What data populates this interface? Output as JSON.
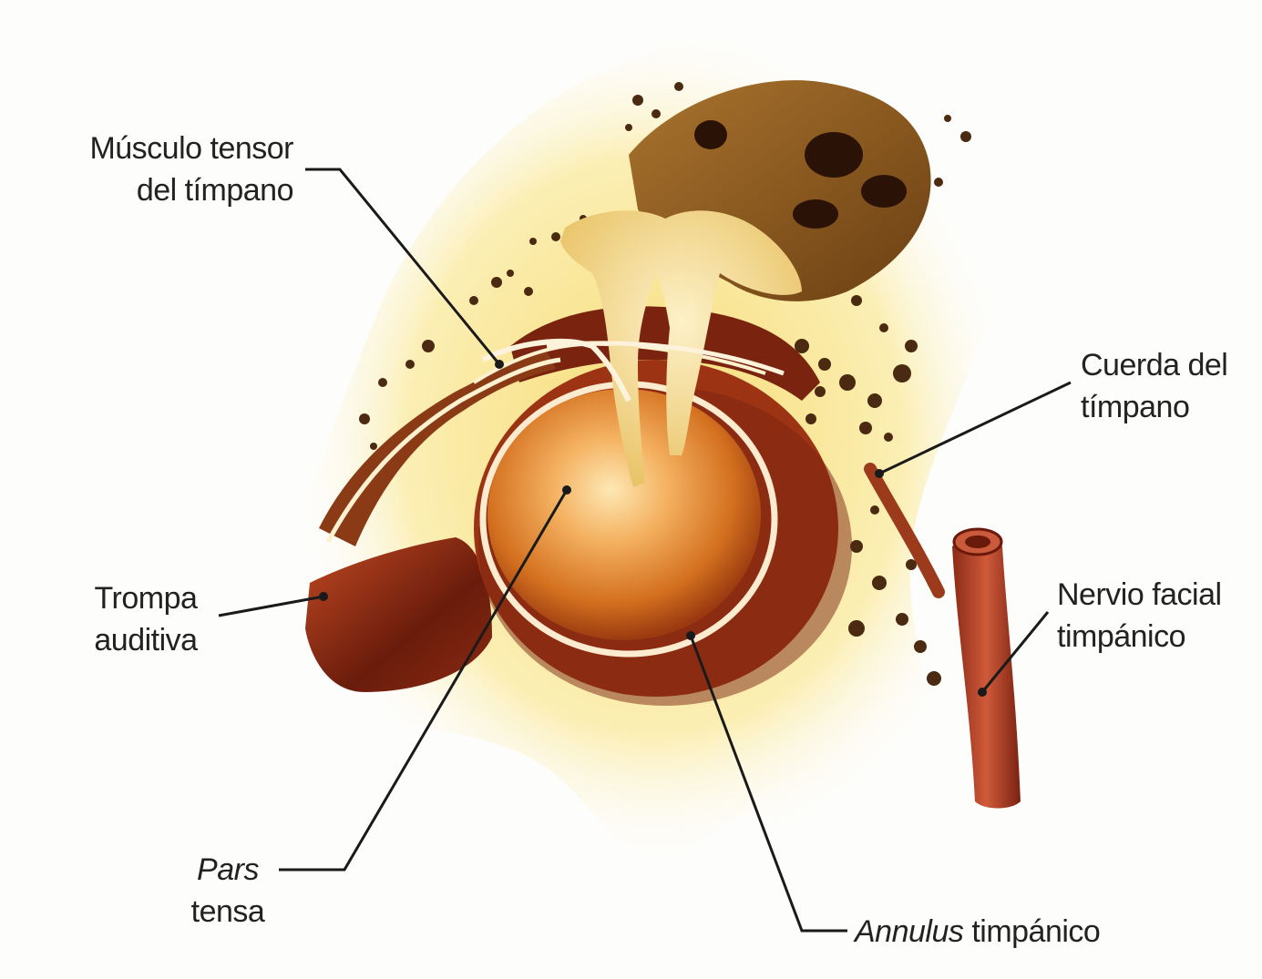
{
  "labels": {
    "tensor_tympani": {
      "line1": "Músculo tensor",
      "line2": "del tímpano"
    },
    "chorda_tympani": {
      "line1": "Cuerda del",
      "line2": "tímpano"
    },
    "auditory_tube": {
      "line1": "Trompa",
      "line2": "auditiva"
    },
    "facial_nerve": {
      "line1": "Nervio facial",
      "line2": "timpánico"
    },
    "pars_tensa": {
      "line1": "Pars",
      "line2": "tensa"
    },
    "annulus": {
      "italic": "Annulus",
      "rest": " timpánico"
    }
  },
  "colors": {
    "background": "#fdfdfb",
    "halo": "#fbf3c2",
    "bone": "#f3d98a",
    "bone_dark": "#7a4a1c",
    "tissue": "#8b2a12",
    "membrane": "#d9782a",
    "membrane_center": "#fbe7b0",
    "vessel": "#b8452a",
    "leader": "#1a1a1a"
  }
}
